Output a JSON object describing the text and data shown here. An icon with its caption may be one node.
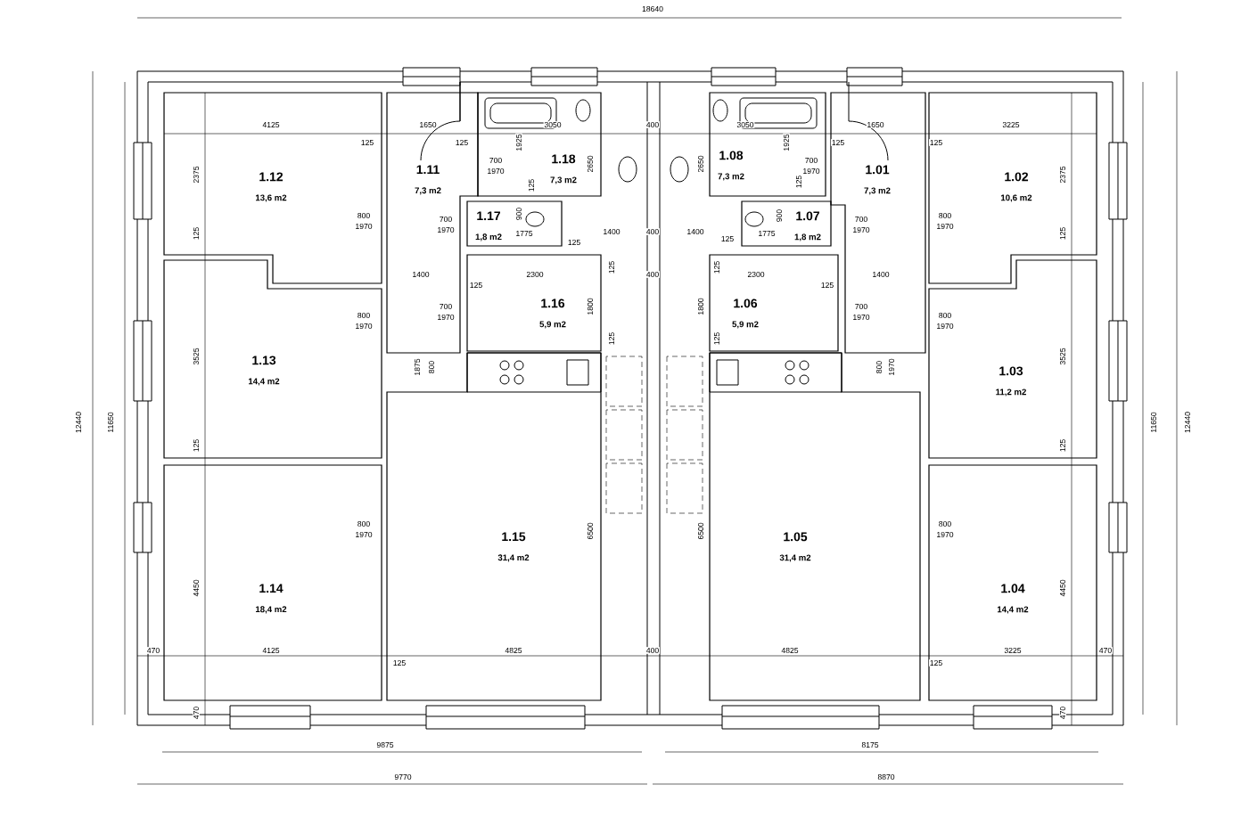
{
  "diagram": {
    "nodes": [
      {
        "text": [
          "1.12",
          "13,6 m2"
        ]
      },
      {
        "text": [
          "1.11",
          "7,3 m2"
        ]
      },
      {
        "text": [
          "1.18",
          "7,3 m2"
        ]
      },
      {
        "text": [
          "1.08",
          "7,3 m2"
        ]
      },
      {
        "text": [
          "1.01",
          "7,3 m2"
        ]
      },
      {
        "text": [
          "1.02",
          "10,6 m2"
        ]
      },
      {
        "text": [
          "1.17",
          "1,8 m2"
        ]
      },
      {
        "text": [
          "1.07",
          "1,8 m2"
        ]
      },
      {
        "text": [
          "1.16",
          "5,9 m2"
        ]
      },
      {
        "text": [
          "1.06",
          "5,9 m2"
        ]
      },
      {
        "text": [
          "1.13",
          "14,4 m2"
        ]
      },
      {
        "text": [
          "1.03",
          "11,2 m2"
        ]
      },
      {
        "text": [
          "1.15",
          "31,4 m2"
        ]
      },
      {
        "text": [
          "1.05",
          "31,4 m2"
        ]
      },
      {
        "text": [
          "1.14",
          "18,4 m2"
        ]
      },
      {
        "text": [
          "1.04",
          "14,4 m2"
        ]
      }
    ],
    "labels": [
      "18640",
      "12440",
      "11650",
      "11650",
      "12440",
      "4125",
      "125",
      "1650",
      "125",
      "3050",
      "400",
      "3050",
      "125",
      "1650",
      "125",
      "3225",
      "2375",
      "1925",
      "700",
      "1970",
      "2650",
      "2650",
      "1925",
      "700",
      "1970",
      "2375",
      "125",
      "125",
      "800",
      "1970",
      "700",
      "1970",
      "900",
      "1775",
      "1400",
      "400",
      "1400",
      "900",
      "1775",
      "700",
      "1970",
      "800",
      "1970",
      "125",
      "125",
      "125",
      "125",
      "1400",
      "2300",
      "400",
      "2300",
      "1400",
      "125",
      "125",
      "125",
      "125",
      "800",
      "1970",
      "700",
      "1970",
      "1800",
      "1800",
      "700",
      "1970",
      "800",
      "1970",
      "125",
      "125",
      "1875",
      "800",
      "800",
      "1970",
      "3525",
      "3525",
      "125",
      "125",
      "800",
      "1970",
      "800",
      "1970",
      "6500",
      "6500",
      "4450",
      "4450",
      "470",
      "4125",
      "125",
      "4825",
      "400",
      "4825",
      "125",
      "3225",
      "470",
      "470",
      "470",
      "9875",
      "8175",
      "9770",
      "8870"
    ]
  }
}
